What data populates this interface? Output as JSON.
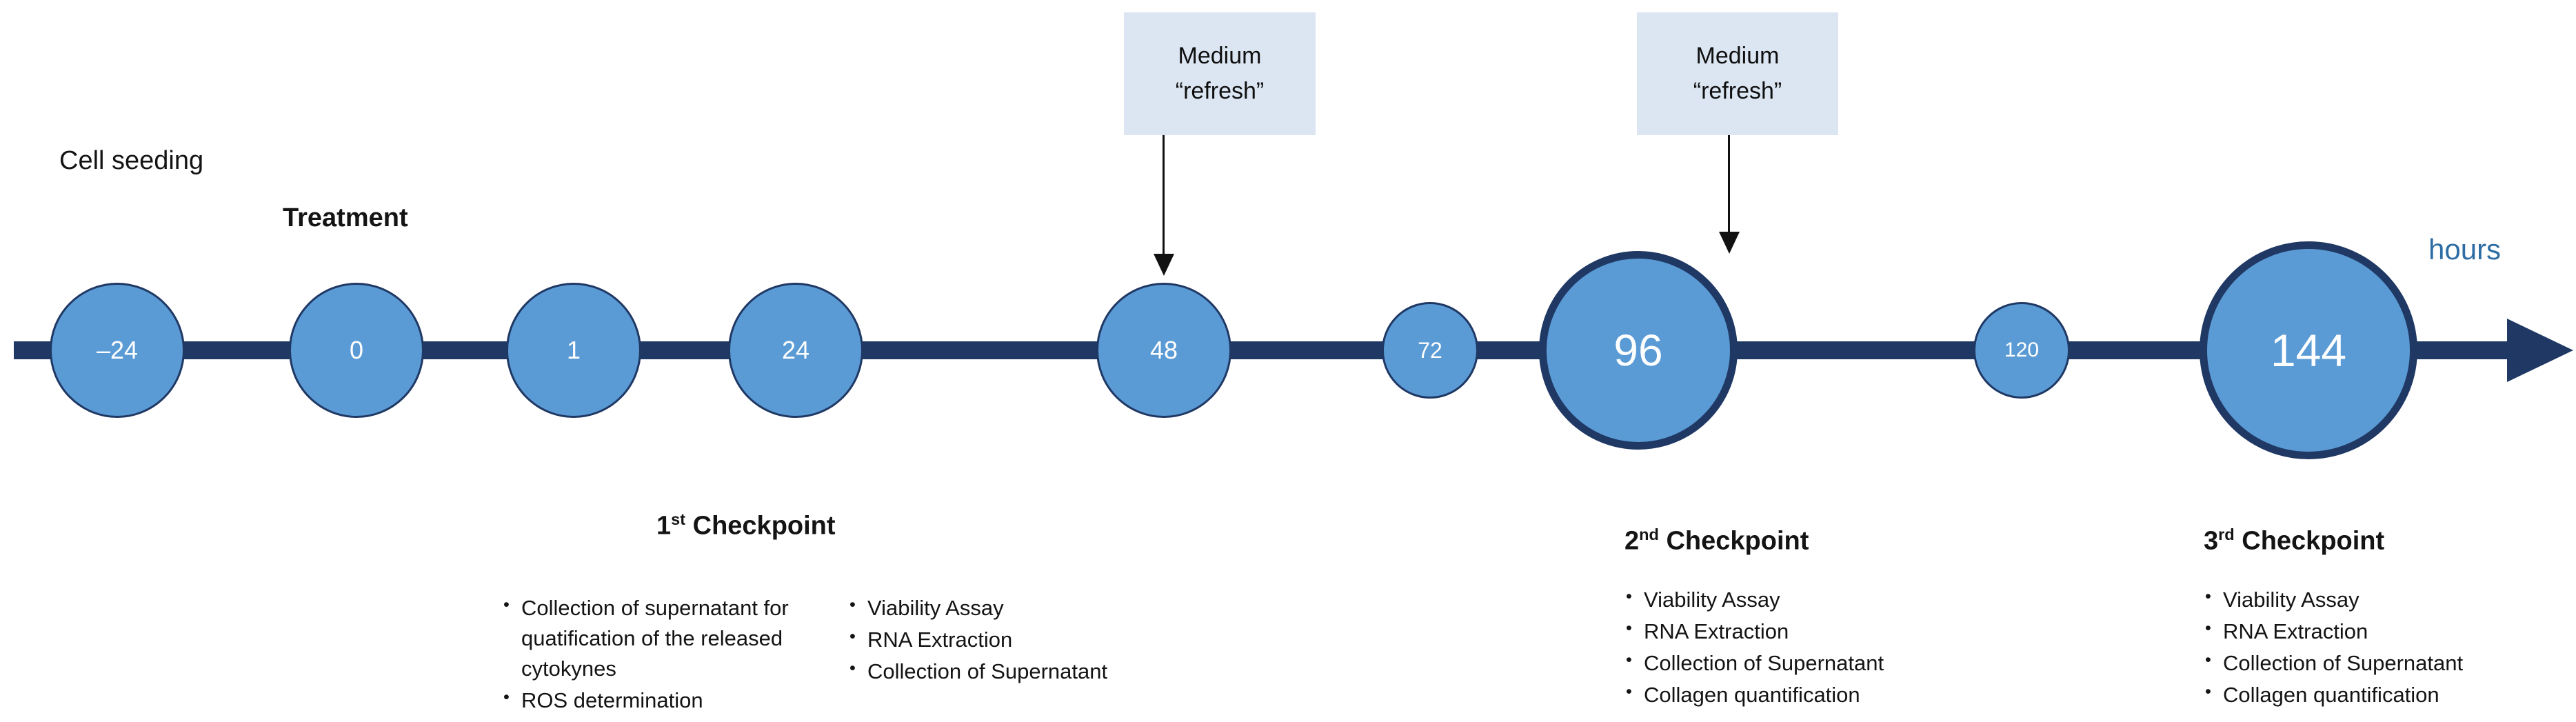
{
  "axis": {
    "unit_label": "hours",
    "unit_label_color": "#2e6da4",
    "bar_color": "#1f3864",
    "node_fill": "#5b9bd5",
    "node_stroke": "#1f3864"
  },
  "top_labels": [
    {
      "text": "Cell seeding",
      "bold": false
    },
    {
      "text": "Treatment",
      "bold": true
    }
  ],
  "nodes": [
    {
      "value": "–24",
      "emphasis": false
    },
    {
      "value": "0",
      "emphasis": false
    },
    {
      "value": "1",
      "emphasis": false
    },
    {
      "value": "24",
      "emphasis": false
    },
    {
      "value": "48",
      "emphasis": false
    },
    {
      "value": "72",
      "emphasis": false
    },
    {
      "value": "96",
      "emphasis": true
    },
    {
      "value": "120",
      "emphasis": false
    },
    {
      "value": "144",
      "emphasis": true
    }
  ],
  "callouts": [
    {
      "line1": "Medium",
      "line2": "“refresh”",
      "target_node": "48",
      "bg": "#dce6f2"
    },
    {
      "line1": "Medium",
      "line2": "“refresh”",
      "target_node": "96",
      "bg": "#dce6f2"
    }
  ],
  "checkpoints": [
    {
      "ordinal": "1",
      "suffix": "st",
      "title_rest": " Checkpoint",
      "columns": [
        {
          "items": [
            "Collection of supernatant for quatification of the released cytokynes",
            "ROS determination"
          ]
        },
        {
          "items": [
            "Viability Assay",
            "RNA Extraction",
            "Collection of Supernatant"
          ]
        }
      ]
    },
    {
      "ordinal": "2",
      "suffix": "nd",
      "title_rest": " Checkpoint",
      "columns": [
        {
          "items": [
            "Viability Assay",
            "RNA Extraction",
            "Collection of Supernatant",
            "Collagen quantification"
          ]
        }
      ]
    },
    {
      "ordinal": "3",
      "suffix": "rd",
      "title_rest": " Checkpoint",
      "columns": [
        {
          "items": [
            "Viability Assay",
            "RNA Extraction",
            "Collection of Supernatant",
            "Collagen quantification"
          ]
        }
      ]
    }
  ]
}
